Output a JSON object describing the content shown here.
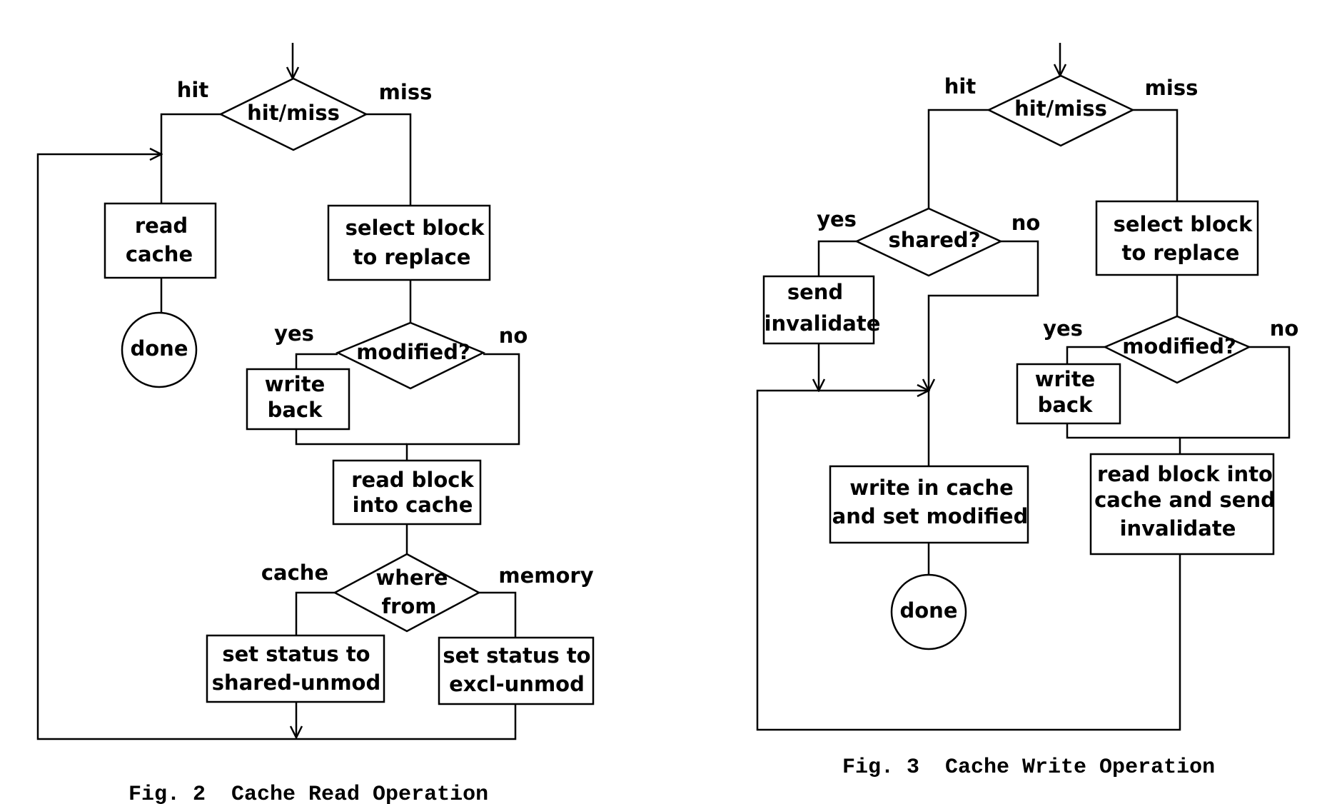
{
  "fig2": {
    "caption": "Fig. 2  Cache Read Operation",
    "decision_hitmiss": "hit/miss",
    "label_hit": "hit",
    "label_miss": "miss",
    "read_cache": [
      "read",
      "cache"
    ],
    "done": "done",
    "select_block": [
      "select block",
      "to replace"
    ],
    "decision_modified": "modified?",
    "label_yes": "yes",
    "label_no": "no",
    "write_back": [
      "write",
      "back"
    ],
    "read_block": [
      "read block",
      "into cache"
    ],
    "decision_where": [
      "where",
      "from"
    ],
    "label_cache": "cache",
    "label_memory": "memory",
    "status_shared": [
      "set status to",
      "shared-unmod"
    ],
    "status_excl": [
      "set status to",
      "excl-unmod"
    ]
  },
  "fig3": {
    "caption": "Fig. 3  Cache Write Operation",
    "decision_hitmiss": "hit/miss",
    "label_hit": "hit",
    "label_miss": "miss",
    "decision_shared": "shared?",
    "label_shared_yes": "yes",
    "label_shared_no": "no",
    "send_invalidate": [
      "send",
      "invalidate"
    ],
    "write_cache": [
      "write in cache",
      "and set modified"
    ],
    "done": "done",
    "select_block": [
      "select block",
      "to replace"
    ],
    "decision_modified": "modified?",
    "label_mod_yes": "yes",
    "label_mod_no": "no",
    "write_back": [
      "write",
      "back"
    ],
    "read_block": [
      "read block into",
      "cache and send",
      "invalidate"
    ]
  }
}
